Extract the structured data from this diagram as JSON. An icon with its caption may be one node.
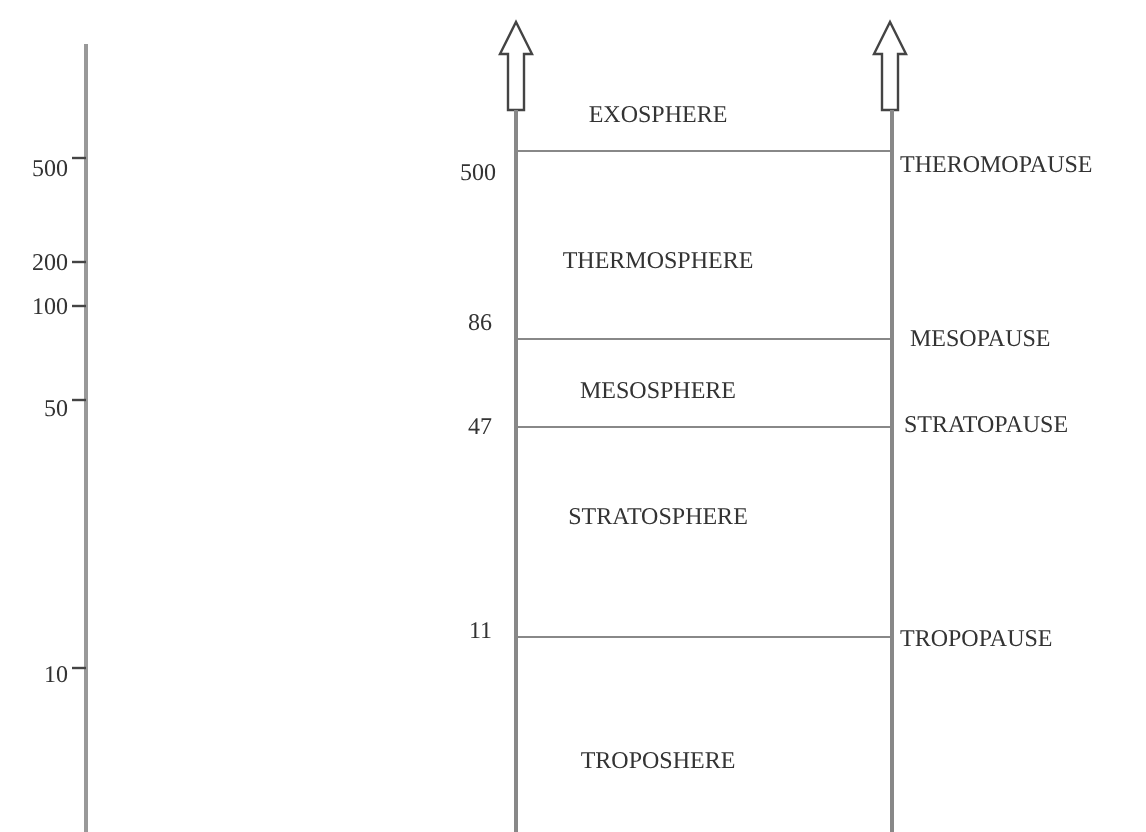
{
  "diagram": {
    "nodes": [
      {
        "text": [
          "EXOSPHERE"
        ]
      },
      {
        "text": [
          "THERMOSPHERE"
        ]
      },
      {
        "text": [
          "MESOSPHERE"
        ]
      },
      {
        "text": [
          "STRATOSPHERE"
        ]
      },
      {
        "text": [
          "TROPOSHERE"
        ]
      }
    ],
    "labels": [
      "500",
      "200",
      "100",
      "50",
      "10",
      "500",
      "THEROMOPAUSE",
      "86",
      "MESOPAUSE",
      "47",
      "STRATOPAUSE",
      "11",
      "TROPOPAUSE"
    ]
  }
}
